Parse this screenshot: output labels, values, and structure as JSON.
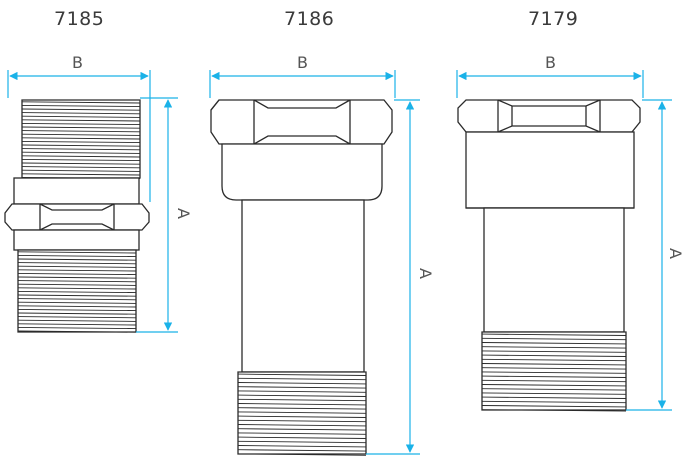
{
  "products": [
    {
      "code": "7185",
      "width_label": "B",
      "height_label": "A"
    },
    {
      "code": "7186",
      "width_label": "B",
      "height_label": "A"
    },
    {
      "code": "7179",
      "width_label": "B",
      "height_label": "A"
    }
  ],
  "colors": {
    "dimension_line": "#1ab2e8",
    "outline": "#2b2b2b",
    "text": "#3a3a3a"
  }
}
